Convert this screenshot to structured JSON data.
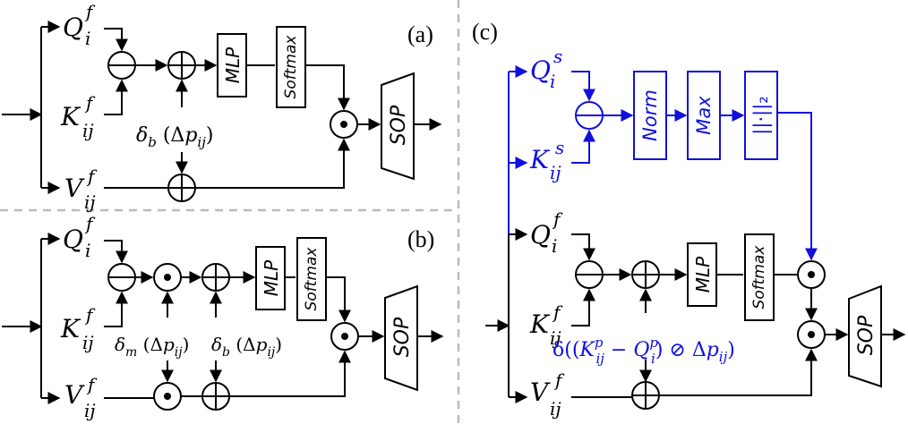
{
  "panels": {
    "a": {
      "label": "(a)"
    },
    "b": {
      "label": "(b)"
    },
    "c": {
      "label": "(c)"
    }
  },
  "blocks": {
    "mlp": "MLP",
    "softmax": "Softmax",
    "sop": "SOP",
    "norm": "Norm",
    "max": "Max",
    "l2norm": "||·||₂"
  },
  "terms": {
    "delta_b": "δ_b (Δp_ij)",
    "delta_m": "δ_m (Δp_ij)",
    "delta_c": "δ((K^p_ij − Q^p_i) ⊘ Δp_ij)"
  },
  "colors": {
    "accent": "#1010dd",
    "line": "#000000",
    "divider": "#bbbbbb"
  }
}
